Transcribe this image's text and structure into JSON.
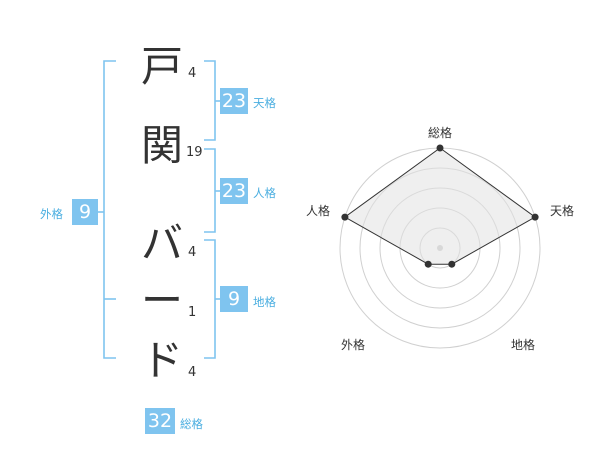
{
  "name_chars": [
    {
      "char": "戸",
      "strokes": "4"
    },
    {
      "char": "関",
      "strokes": "19"
    },
    {
      "char": "バ",
      "strokes": "4"
    },
    {
      "char": "ー",
      "strokes": "1"
    },
    {
      "char": "ド",
      "strokes": "4"
    }
  ],
  "fortunes": {
    "tenkaku": {
      "value": "23",
      "label": "天格"
    },
    "jinkaku": {
      "value": "23",
      "label": "人格"
    },
    "chikaku": {
      "value": "9",
      "label": "地格"
    },
    "gaikaku": {
      "value": "9",
      "label": "外格"
    },
    "soukaku": {
      "value": "32",
      "label": "総格"
    }
  },
  "colors": {
    "accent": "#7fc4ef",
    "label": "#4aaee0",
    "text": "#333333",
    "ring": "#d0d0d0",
    "fill": "#f0f0f0"
  },
  "chart_data": {
    "type": "radar",
    "axes": [
      "総格",
      "天格",
      "地格",
      "外格",
      "人格"
    ],
    "values": [
      5,
      5,
      1,
      1,
      5
    ],
    "rmax": 5,
    "rings": 5
  }
}
